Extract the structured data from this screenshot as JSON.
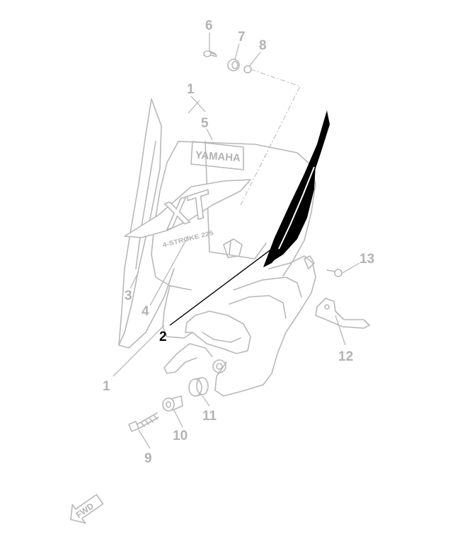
{
  "diagram": {
    "callouts": {
      "c1_top": "1",
      "c1_bottom": "1",
      "c2": "2",
      "c3": "3",
      "c4": "4",
      "c5": "5",
      "c6": "6",
      "c7": "7",
      "c8": "8",
      "c9": "9",
      "c10": "10",
      "c11": "11",
      "c12": "12",
      "c13": "13"
    },
    "labels": {
      "brand": "YAMAHA",
      "model": "XT",
      "engine": "4-STROKE 225",
      "direction": "FWD"
    },
    "colors": {
      "highlight": "#000000",
      "ghost": "#b8b8b8",
      "background": "#ffffff"
    }
  }
}
